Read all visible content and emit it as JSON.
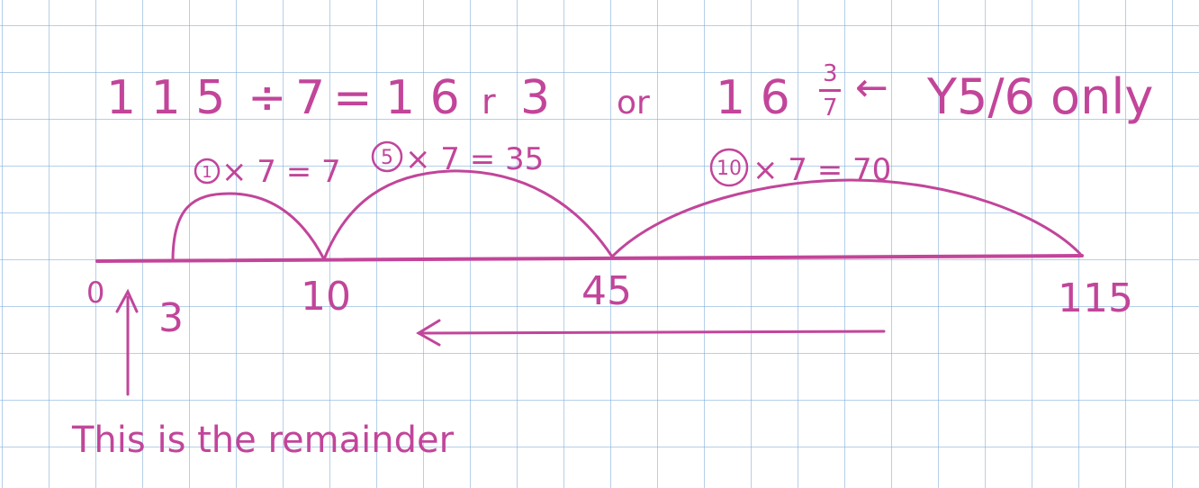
{
  "equation": {
    "dividend": "1 1 5",
    "divide_sign": "÷",
    "divisor": "7",
    "equals": "=",
    "quotient": "1 6",
    "remainder_mark": "r",
    "remainder": "3",
    "or_word": "or",
    "mixed_whole": "1 6",
    "fraction_numerator": "3",
    "fraction_denominator": "7",
    "arrow": "←",
    "note": "Y5/6 only"
  },
  "number_line": {
    "labels": [
      "0",
      "3",
      "10",
      "45",
      "115"
    ]
  },
  "jumps": [
    {
      "multiplier": "1",
      "expression": "× 7 = 7"
    },
    {
      "multiplier": "5",
      "expression": "× 7 = 35"
    },
    {
      "multiplier": "10",
      "expression": "× 7 = 70"
    }
  ],
  "remainder_note": "This is the remainder",
  "colors": {
    "ink": "#c2459a",
    "grid": "#8ab6dc",
    "paper": "#ffffff"
  }
}
